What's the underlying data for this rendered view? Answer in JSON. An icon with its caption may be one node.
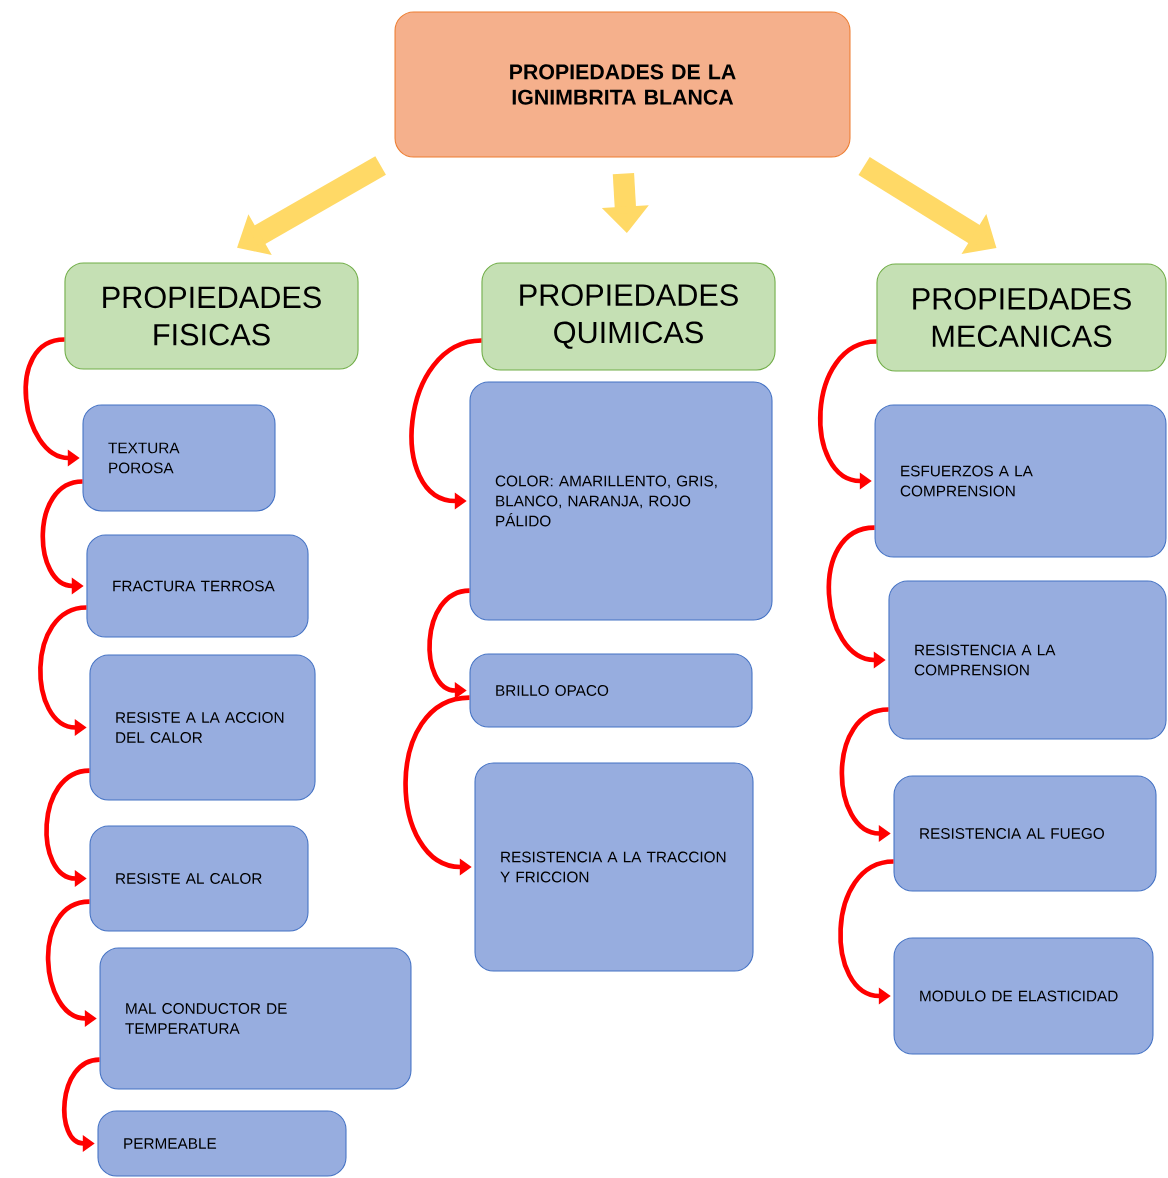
{
  "diagram": {
    "nodes": [
      {
        "text": [
          "PROPIEDADES DE LA IGNIMBRITA BLANCA"
        ]
      },
      {
        "text": [
          "PROPIEDADES FISICAS"
        ]
      },
      {
        "text": [
          "PROPIEDADES QUIMICAS"
        ]
      },
      {
        "text": [
          "PROPIEDADES MECANICAS"
        ]
      },
      {
        "text": [
          "TEXTURA POROSA"
        ]
      },
      {
        "text": [
          "FRACTURA TERROSA"
        ]
      },
      {
        "text": [
          "RESISTE A LA ACCION DEL CALOR"
        ]
      },
      {
        "text": [
          "RESISTE AL CALOR"
        ]
      },
      {
        "text": [
          "MAL CONDUCTOR DE TEMPERATURA"
        ]
      },
      {
        "text": [
          "PERMEABLE"
        ]
      },
      {
        "text": [
          "COLOR: AMARILLENTO, GRIS, BLANCO, NARANJA, ROJO PÁLIDO"
        ]
      },
      {
        "text": [
          "BRILLO OPACO"
        ]
      },
      {
        "text": [
          "RESISTENCIA A LA TRACCION Y FRICCION"
        ]
      },
      {
        "text": [
          "ESFUERZOS A LA COMPRENSION"
        ]
      },
      {
        "text": [
          "RESISTENCIA A LA COMPRENSION"
        ]
      },
      {
        "text": [
          "RESISTENCIA AL FUEGO"
        ]
      },
      {
        "text": [
          "MODULO DE ELASTICIDAD"
        ]
      }
    ],
    "edges": [
      {
        "from": 0,
        "to": 1,
        "arrow": "to",
        "style": "thick",
        "color": "#ffd966"
      },
      {
        "from": 0,
        "to": 2,
        "arrow": "to",
        "style": "thick",
        "color": "#ffd966"
      },
      {
        "from": 0,
        "to": 3,
        "arrow": "to",
        "style": "thick",
        "color": "#ffd966"
      },
      {
        "from": 1,
        "to": 4,
        "arrow": "to"
      },
      {
        "from": 4,
        "to": 5,
        "arrow": "to"
      },
      {
        "from": 5,
        "to": 6,
        "arrow": "to"
      },
      {
        "from": 6,
        "to": 7,
        "arrow": "to"
      },
      {
        "from": 7,
        "to": 8,
        "arrow": "to"
      },
      {
        "from": 8,
        "to": 9,
        "arrow": "to"
      },
      {
        "from": 2,
        "to": 10,
        "arrow": "to"
      },
      {
        "from": 10,
        "to": 11,
        "arrow": "to"
      },
      {
        "from": 11,
        "to": 12,
        "arrow": "to"
      },
      {
        "from": 3,
        "to": 13,
        "arrow": "to"
      },
      {
        "from": 13,
        "to": 14,
        "arrow": "to"
      },
      {
        "from": 14,
        "to": 15,
        "arrow": "to"
      },
      {
        "from": 15,
        "to": 16,
        "arrow": "to"
      }
    ]
  }
}
